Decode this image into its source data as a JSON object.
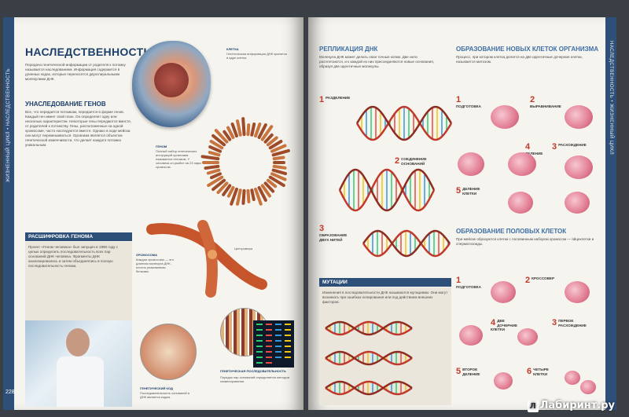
{
  "left_page": {
    "side_band": "ЖИЗНЕННЫЙ ЦИКЛ • НАСЛЕДСТВЕННОСТЬ",
    "page_number": "228",
    "title": "НАСЛЕДСТВЕННОСТЬ",
    "intro": "Передача генетической информации от родителя к потомку называется наследованием. Информация содержится в длинных кодах, которые переносятся двухспиральными молекулами ДНК.",
    "section_genes": "УНАСЛЕДОВАНИЕ ГЕНОВ",
    "genes_text": "Все, что передается потомкам, передается в форме генов. Каждый ген имеет свой план. Он определяет одну или несколько характеристик. Некоторые гены передаются вместе, от родителей к потомству. Гены, расположенные на одной хромосоме, часто наследуются вместе. Однако в ходе мейоза они могут перемешиваться. Организм является объектом генетической изменчивости, что делает каждого потомка уникальным.",
    "section_genome": "РАСШИФРОВКА ГЕНОМА",
    "genome_text": "Проект «Геном человека» был запущен в 1990 году с целью определить последовательность всех пар оснований ДНК человека. Фрагменты ДНК анализировались и затем объединялись в полную последовательность генома.",
    "labels": {
      "cell": "КЛЕТКА",
      "cell_text": "Генетическая информация ДНК хранится в ядре клетки.",
      "genome": "ГЕНОМ",
      "genome_text": "Полный набор генетических инструкций организма называется геномом. У человека он разбит на 23 пары хромосом.",
      "chromosome": "ХРОМОСОМА",
      "chromosome_text": "Каждая хромосома — это длинная молекула ДНК, плотно упакованная белками.",
      "centromere": "Центромера",
      "genetic_code": "ГЕНЕТИЧЕСКИЙ КОД",
      "genetic_code_text": "Последовательность оснований в ДНК является кодом.",
      "genetic_sequence": "ГЕНЕТИЧЕСКАЯ ПОСЛЕДОВАТЕЛЬНОСТЬ",
      "genetic_sequence_text": "Порядок пар оснований определяется методом секвенирования."
    }
  },
  "right_page": {
    "side_band": "НАСЛЕДСТВЕННОСТЬ • ЖИЗНЕННЫЙ ЦИКЛ",
    "section_replication": "РЕПЛИКАЦИЯ ДНК",
    "replication_text": "Молекула ДНК может делать свои точные копии. Две нити расплетаются, и к каждой из них присоединяются новые основания, образуя две идентичные молекулы.",
    "replication_steps": [
      {
        "n": "1",
        "label": "РАЗДЕЛЕНИЕ"
      },
      {
        "n": "2",
        "label": "СОЕДИНЕНИЕ ОСНОВАНИЙ"
      },
      {
        "n": "3",
        "label": "ОБРАЗОВАНИЕ ДВУХ НИТЕЙ"
      }
    ],
    "section_mutations": "МУТАЦИИ",
    "mutations_text": "Изменения в последовательности ДНК называются мутациями. Они могут возникать при ошибках копирования или под действием внешних факторов.",
    "section_new_cells": "ОБРАЗОВАНИЕ НОВЫХ КЛЕТОК ОРГАНИЗМА",
    "new_cells_text": "Процесс, при котором клетка делится на две идентичные дочерние клетки, называется митозом.",
    "mitosis_steps": [
      {
        "n": "1",
        "label": "ПОДГОТОВКА"
      },
      {
        "n": "2",
        "label": "ВЫРАВНИВАНИЕ"
      },
      {
        "n": "3",
        "label": "РАСХОЖДЕНИЕ"
      },
      {
        "n": "4",
        "label": "ДЕЛЕНИЕ"
      },
      {
        "n": "5",
        "label": "ДЕЛЕНИЕ КЛЕТКИ"
      }
    ],
    "section_sex_cells": "ОБРАЗОВАНИЕ ПОЛОВЫХ КЛЕТОК",
    "sex_cells_text": "При мейозе образуются клетки с половинным набором хромосом — яйцеклетки и сперматозоиды.",
    "meiosis_steps": [
      {
        "n": "1",
        "label": "ПОДГОТОВКА"
      },
      {
        "n": "2",
        "label": "КРОССОВЕР"
      },
      {
        "n": "3",
        "label": "ПЕРВОЕ РАСХОЖДЕНИЕ"
      },
      {
        "n": "4",
        "label": "ДВЕ ДОЧЕРНИЕ КЛЕТКИ"
      },
      {
        "n": "5",
        "label": "ВТОРОЕ ДЕЛЕНИЕ"
      },
      {
        "n": "6",
        "label": "ЧЕТЫРЕ КЛЕТКИ"
      }
    ]
  },
  "watermark": "Лабиринт.ру",
  "colors": {
    "band": "#2d4f78",
    "title": "#1c3f6b",
    "accent_red": "#c0392b",
    "cell_pink": "#e27d93"
  }
}
